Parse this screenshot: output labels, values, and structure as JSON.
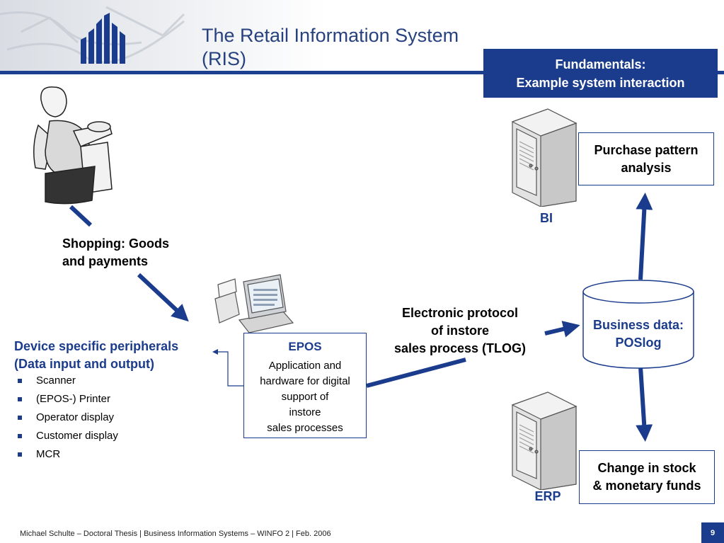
{
  "header": {
    "title_line1": "The Retail Information System",
    "title_line2": "(RIS)",
    "section_line1": "Fundamentals:",
    "section_line2": "Example system interaction"
  },
  "shopping": {
    "line1": "Shopping: Goods",
    "line2": "and payments"
  },
  "peripherals": {
    "title_line1": "Device specific peripherals",
    "title_line2": "(Data input and output)",
    "items": [
      "Scanner",
      "(EPOS-)  Printer",
      "Operator display",
      "Customer display",
      "MCR"
    ]
  },
  "epos": {
    "title": "EPOS",
    "desc_lines": [
      "Application and",
      "hardware for digital",
      "support of",
      "instore",
      "sales processes"
    ]
  },
  "tlog": {
    "line1": "Electronic protocol",
    "line2": "of instore",
    "line3": "sales process (TLOG)"
  },
  "business_data": {
    "line1": "Business data:",
    "line2": "POSlog"
  },
  "bi": {
    "label": "BI",
    "box_line1": "Purchase pattern",
    "box_line2": "analysis"
  },
  "erp": {
    "label": "ERP",
    "box_line1": "Change in stock",
    "box_line2": "& monetary funds"
  },
  "footer": {
    "text": "Michael Schulte – Doctoral Thesis | Business Information Systems – WINFO 2 | Feb. 2006",
    "page": "9"
  },
  "colors": {
    "brand_blue": "#1b3c8c"
  }
}
